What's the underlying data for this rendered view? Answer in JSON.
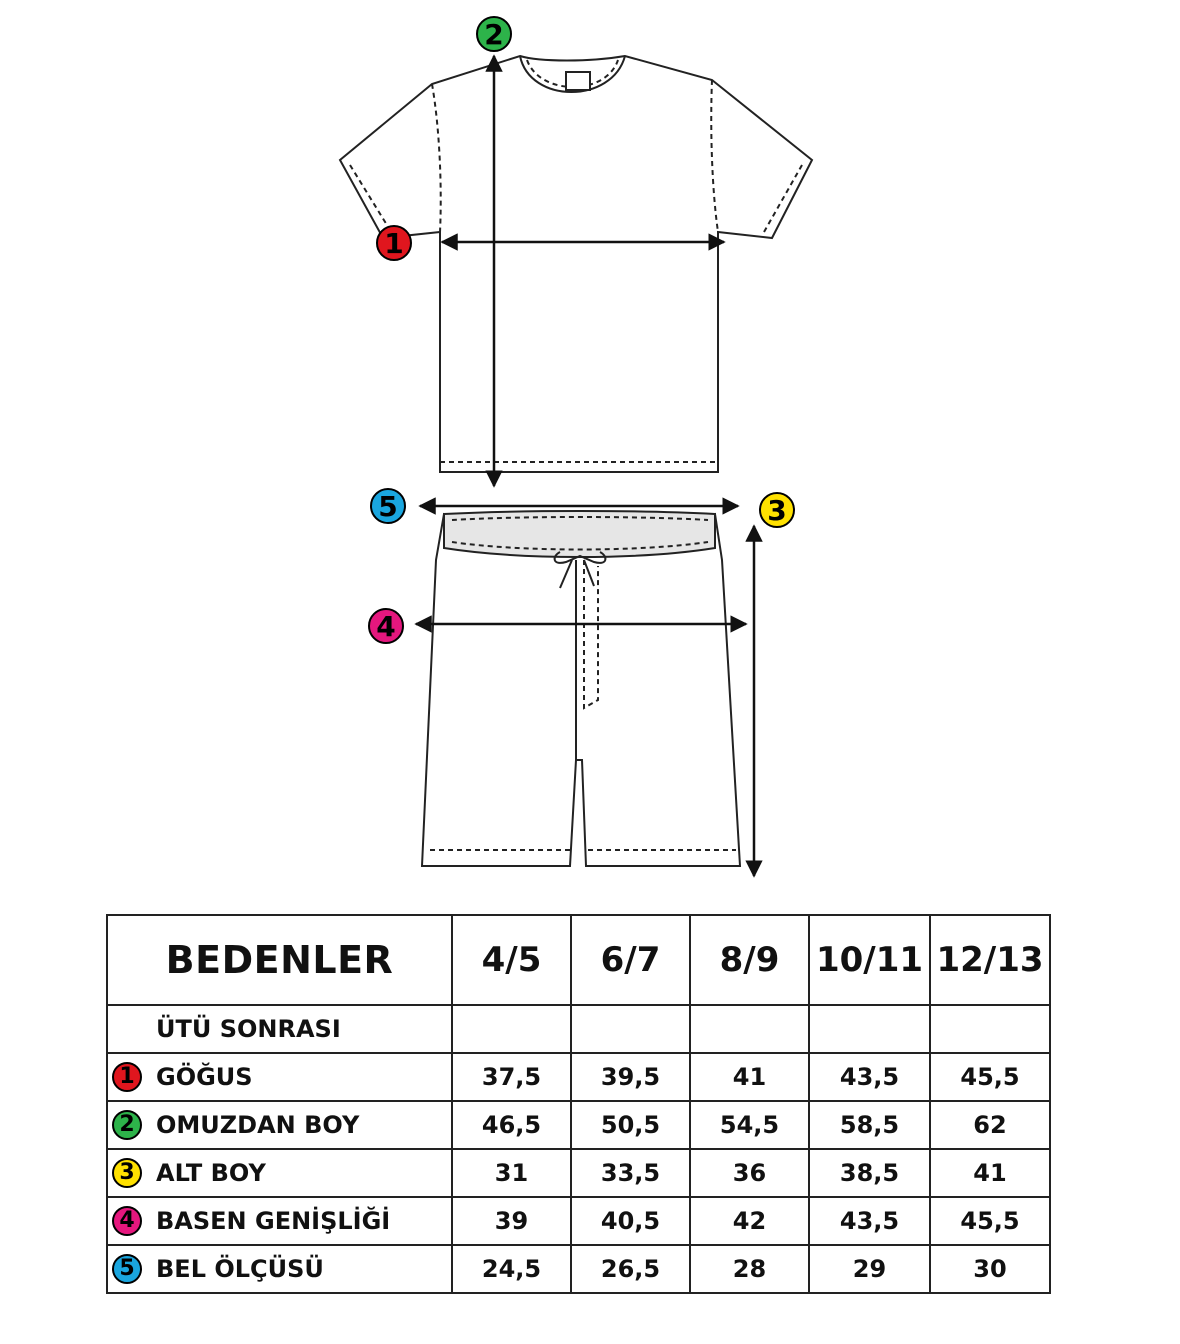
{
  "markers": [
    {
      "id": "1",
      "color": "#e0161e",
      "text_color": "#000000"
    },
    {
      "id": "2",
      "color": "#2db34a",
      "text_color": "#000000"
    },
    {
      "id": "3",
      "color": "#ffe100",
      "text_color": "#000000"
    },
    {
      "id": "4",
      "color": "#e5177e",
      "text_color": "#000000"
    },
    {
      "id": "5",
      "color": "#1aa6df",
      "text_color": "#000000"
    }
  ],
  "table": {
    "corner_label": "BEDENLER",
    "sizes": [
      "4/5",
      "6/7",
      "8/9",
      "10/11",
      "12/13"
    ],
    "subheader": "ÜTÜ SONRASI",
    "rows": [
      {
        "marker": "1",
        "label": "GÖĞUS",
        "values": [
          "37,5",
          "39,5",
          "41",
          "43,5",
          "45,5"
        ]
      },
      {
        "marker": "2",
        "label": "OMUZDAN BOY",
        "values": [
          "46,5",
          "50,5",
          "54,5",
          "58,5",
          "62"
        ]
      },
      {
        "marker": "3",
        "label": "ALT BOY",
        "values": [
          "31",
          "33,5",
          "36",
          "38,5",
          "41"
        ]
      },
      {
        "marker": "4",
        "label": "BASEN GENİŞLİĞİ",
        "values": [
          "39",
          "40,5",
          "42",
          "43,5",
          "45,5"
        ]
      },
      {
        "marker": "5",
        "label": "BEL ÖLÇÜSÜ",
        "values": [
          "24,5",
          "26,5",
          "28",
          "29",
          "30"
        ]
      }
    ]
  }
}
